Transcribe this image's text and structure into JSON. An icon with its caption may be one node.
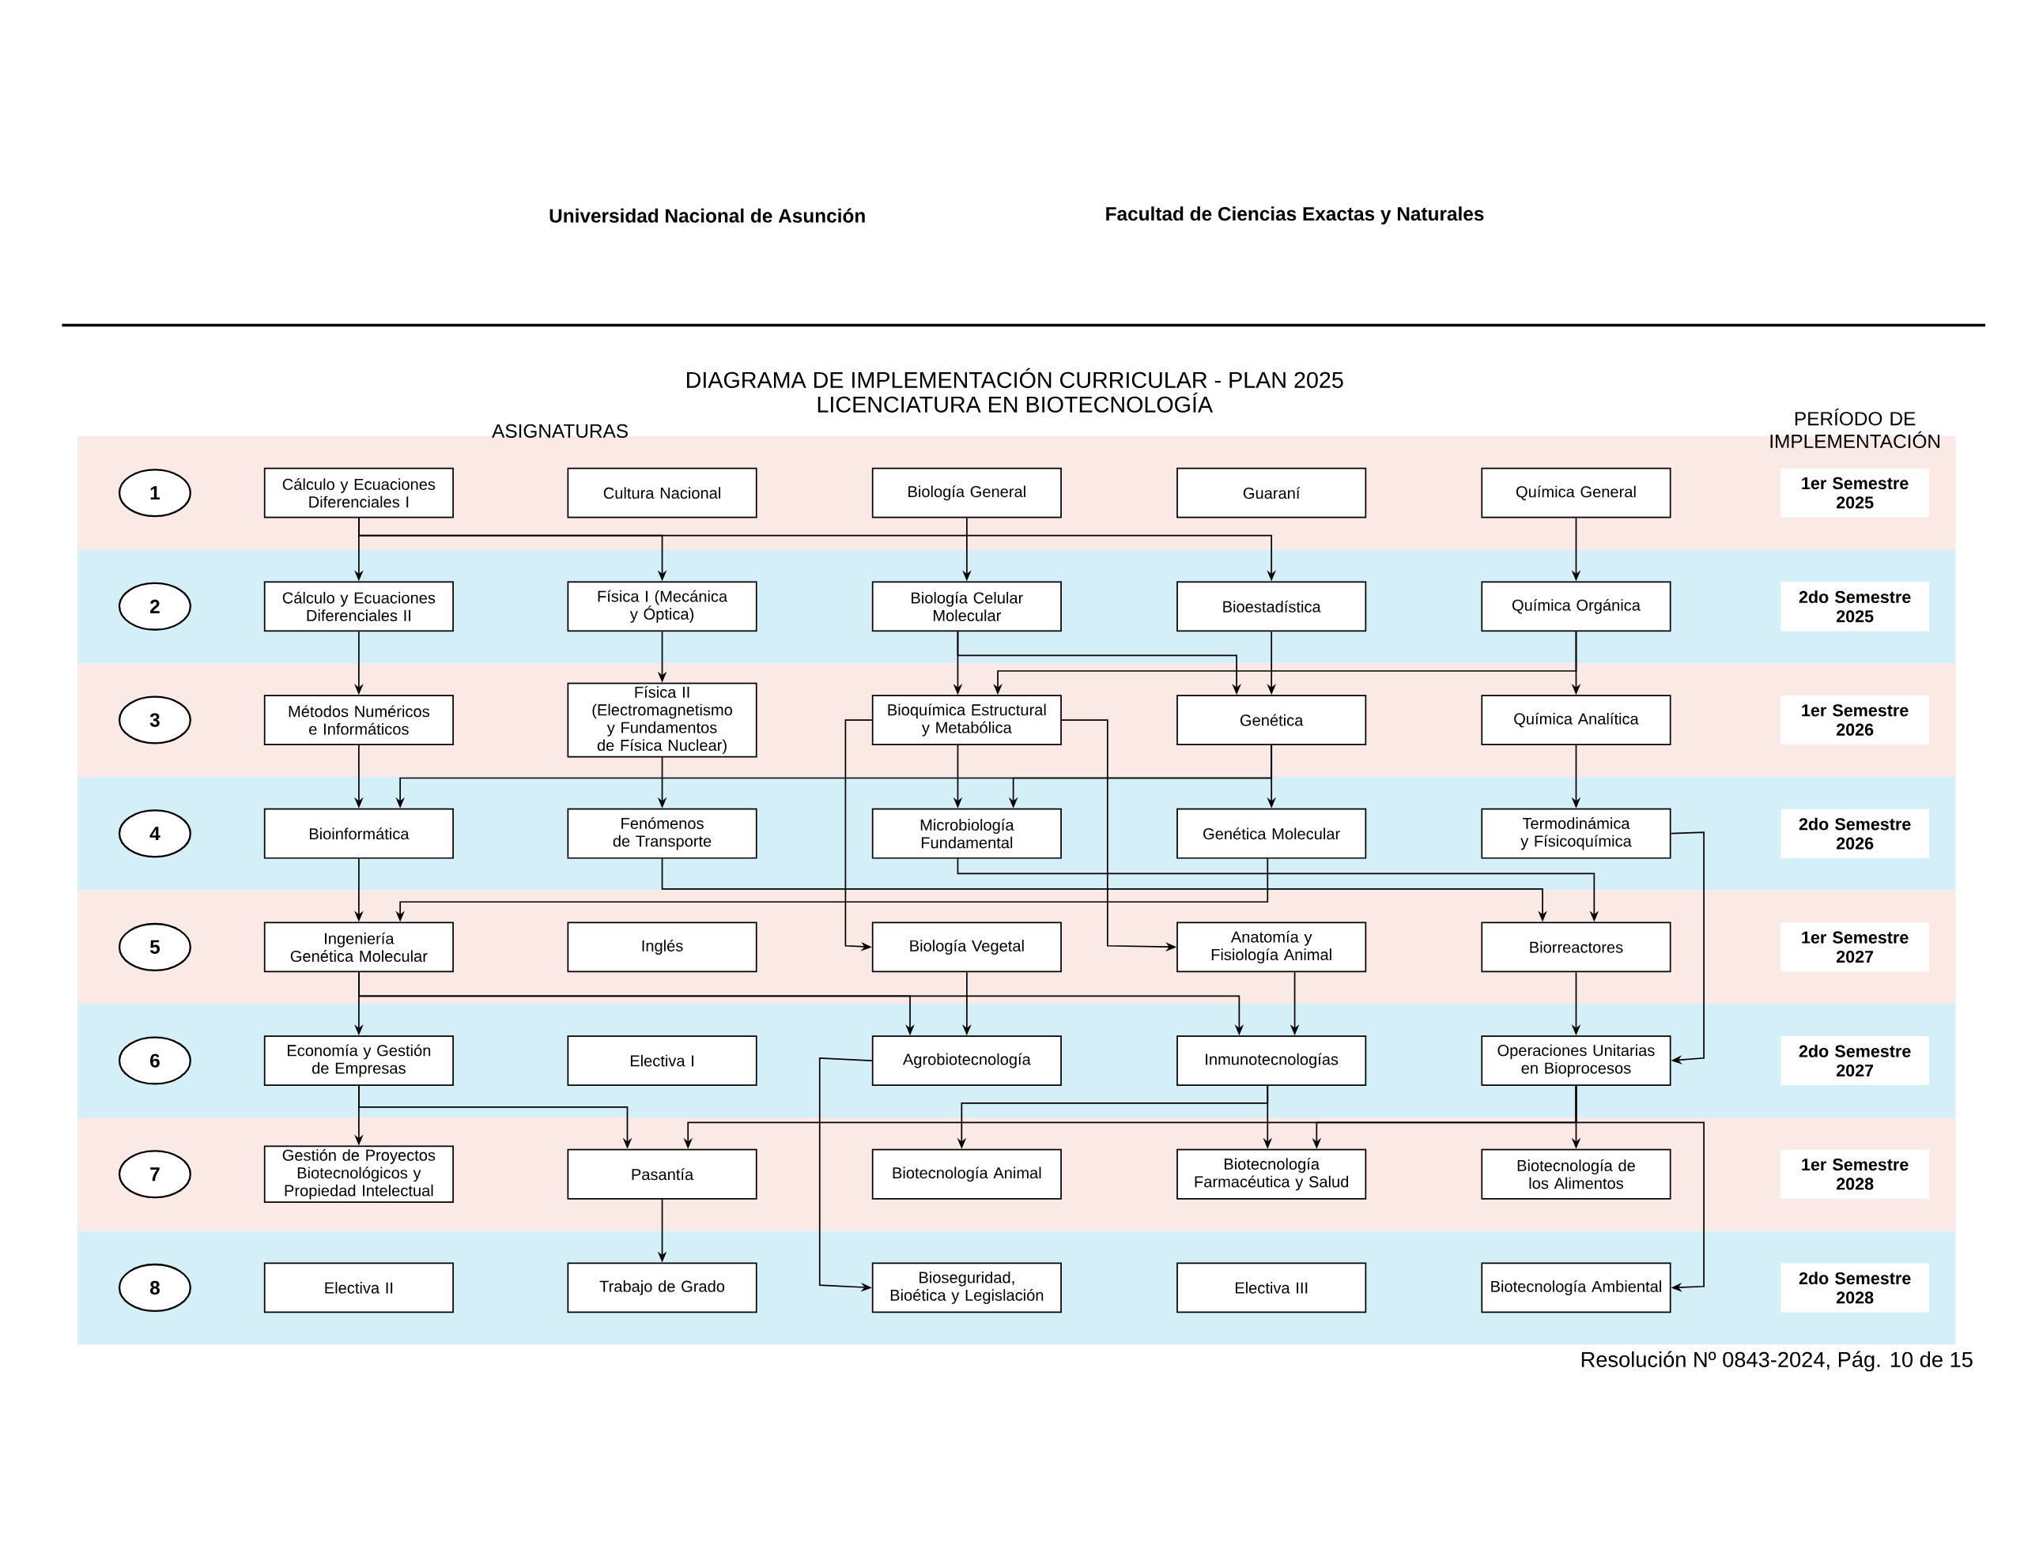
{
  "diagram": {
    "title": "DIAGRAMA DE IMPLEMENTACIÓN CURRICULAR - PLAN 2025",
    "nodes": [
      {
        "text": [
          "1"
        ]
      },
      {
        "text": [
          "Cálculo y Ecuaciones Diferenciales I"
        ]
      },
      {
        "text": [
          "Cultura Nacional"
        ]
      },
      {
        "text": [
          "Biología General"
        ]
      },
      {
        "text": [
          "Guaraní"
        ]
      },
      {
        "text": [
          "Química General"
        ]
      },
      {
        "text": [
          "1er Semestre 2025"
        ]
      },
      {
        "text": [
          "2"
        ]
      },
      {
        "text": [
          "Cálculo y Ecuaciones Diferenciales II"
        ]
      },
      {
        "text": [
          "Física I (Mecánica y Óptica)"
        ]
      },
      {
        "text": [
          "Biología Celular Molecular"
        ]
      },
      {
        "text": [
          "Bioestadística"
        ]
      },
      {
        "text": [
          "Química Orgánica"
        ]
      },
      {
        "text": [
          "2do Semestre 2025"
        ]
      },
      {
        "text": [
          "3"
        ]
      },
      {
        "text": [
          "Métodos Numéricos e Informáticos"
        ]
      },
      {
        "text": [
          "Física II (Electromagnetismo y Fundamentos de Física Nuclear)"
        ]
      },
      {
        "text": [
          "Bioquímica Estructural y Metabólica"
        ]
      },
      {
        "text": [
          "Genética"
        ]
      },
      {
        "text": [
          "Química Analítica"
        ]
      },
      {
        "text": [
          "1er Semestre 2026"
        ]
      },
      {
        "text": [
          "4"
        ]
      },
      {
        "text": [
          "Bioinformática"
        ]
      },
      {
        "text": [
          "Fenómenos de Transporte"
        ]
      },
      {
        "text": [
          "Microbiología Fundamental"
        ]
      },
      {
        "text": [
          "Genética Molecular"
        ]
      },
      {
        "text": [
          "Termodinámica y Físicoquímica"
        ]
      },
      {
        "text": [
          "2do Semestre 2026"
        ]
      },
      {
        "text": [
          "5"
        ]
      },
      {
        "text": [
          "Ingeniería Genética Molecular"
        ]
      },
      {
        "text": [
          "Inglés"
        ]
      },
      {
        "text": [
          "Biología Vegetal"
        ]
      },
      {
        "text": [
          "Anatomía y Fisiología Animal"
        ]
      },
      {
        "text": [
          "Biorreactores"
        ]
      },
      {
        "text": [
          "1er Semestre 2027"
        ]
      },
      {
        "text": [
          "6"
        ]
      },
      {
        "text": [
          "Economía y Gestión de Empresas"
        ]
      },
      {
        "text": [
          "Electiva I"
        ]
      },
      {
        "text": [
          "Agrobiotecnología"
        ]
      },
      {
        "text": [
          "Inmunotecnologías"
        ]
      },
      {
        "text": [
          "Operaciones Unitarias en Bioprocesos"
        ]
      },
      {
        "text": [
          "2do Semestre 2027"
        ]
      },
      {
        "text": [
          "7"
        ]
      },
      {
        "text": [
          "Gestión de Proyectos Biotecnológicos y Propiedad Intelectual"
        ]
      },
      {
        "text": [
          "Pasantía"
        ]
      },
      {
        "text": [
          "Biotecnología Animal"
        ]
      },
      {
        "text": [
          "Biotecnología Farmacéutica y Salud"
        ]
      },
      {
        "text": [
          "Biotecnología de los Alimentos"
        ]
      },
      {
        "text": [
          "1er Semestre 2028"
        ]
      },
      {
        "text": [
          "8"
        ]
      },
      {
        "text": [
          "Electiva II"
        ]
      },
      {
        "text": [
          "Trabajo de Grado"
        ]
      },
      {
        "text": [
          "Bioseguridad, Bioética y Legislación"
        ]
      },
      {
        "text": [
          "Electiva III"
        ]
      },
      {
        "text": [
          "Biotecnología Ambiental"
        ]
      },
      {
        "text": [
          "2do Semestre 2028"
        ]
      }
    ],
    "edges": [
      {
        "from": 1,
        "to": 8,
        "arrow": "to"
      },
      {
        "from": 1,
        "to": 9,
        "arrow": "to"
      },
      {
        "from": 1,
        "to": 11,
        "arrow": "to"
      },
      {
        "from": 3,
        "to": 10,
        "arrow": "to"
      },
      {
        "from": 5,
        "to": 12,
        "arrow": "to"
      },
      {
        "from": 8,
        "to": 15,
        "arrow": "to"
      },
      {
        "from": 9,
        "to": 16,
        "arrow": "to"
      },
      {
        "from": 10,
        "to": 17,
        "arrow": "to"
      },
      {
        "from": 10,
        "to": 18,
        "arrow": "to"
      },
      {
        "from": 11,
        "to": 18,
        "arrow": "to"
      },
      {
        "from": 12,
        "to": 19,
        "arrow": "to"
      },
      {
        "from": 12,
        "to": 17,
        "arrow": "to"
      },
      {
        "from": 15,
        "to": 22,
        "arrow": "to"
      },
      {
        "from": 16,
        "to": 23,
        "arrow": "to"
      },
      {
        "from": 17,
        "to": 24,
        "arrow": "to"
      },
      {
        "from": 17,
        "to": 31,
        "arrow": "to"
      },
      {
        "from": 17,
        "to": 32,
        "arrow": "to"
      },
      {
        "from": 18,
        "to": 25,
        "arrow": "to"
      },
      {
        "from": 18,
        "to": 22,
        "arrow": "to"
      },
      {
        "from": 18,
        "to": 24,
        "arrow": "to"
      },
      {
        "from": 19,
        "to": 26,
        "arrow": "to"
      },
      {
        "from": 22,
        "to": 29,
        "arrow": "to"
      },
      {
        "from": 23,
        "to": 33,
        "arrow": "to"
      },
      {
        "from": 24,
        "to": 33,
        "arrow": "to"
      },
      {
        "from": 25,
        "to": 29,
        "arrow": "to"
      },
      {
        "from": 26,
        "to": 40,
        "arrow": "to"
      },
      {
        "from": 29,
        "to": 36,
        "arrow": "to"
      },
      {
        "from": 29,
        "to": 38,
        "arrow": "to"
      },
      {
        "from": 29,
        "to": 39,
        "arrow": "to"
      },
      {
        "from": 31,
        "to": 38,
        "arrow": "to"
      },
      {
        "from": 32,
        "to": 39,
        "arrow": "to"
      },
      {
        "from": 33,
        "to": 40,
        "arrow": "to"
      },
      {
        "from": 36,
        "to": 43,
        "arrow": "to"
      },
      {
        "from": 36,
        "to": 44,
        "arrow": "to"
      },
      {
        "from": 38,
        "to": 52,
        "arrow": "to"
      },
      {
        "from": 39,
        "to": 45,
        "arrow": "to"
      },
      {
        "from": 39,
        "to": 46,
        "arrow": "to"
      },
      {
        "from": 40,
        "to": 47,
        "arrow": "to"
      },
      {
        "from": 40,
        "to": 44,
        "arrow": "to"
      },
      {
        "from": 40,
        "to": 46,
        "arrow": "to"
      },
      {
        "from": 40,
        "to": 54,
        "arrow": "to"
      },
      {
        "from": 44,
        "to": 51,
        "arrow": "to"
      }
    ],
    "labels": [
      "Universidad Nacional de Asunción",
      "Facultad de Ciencias Exactas y Naturales",
      "LICENCIATURA EN BIOTECNOLOGÍA",
      "ASIGNATURAS",
      "PERÍODO DE IMPLEMENTACIÓN",
      "Resolución Nº 0843-2024, Pág. 10 de 15"
    ]
  }
}
